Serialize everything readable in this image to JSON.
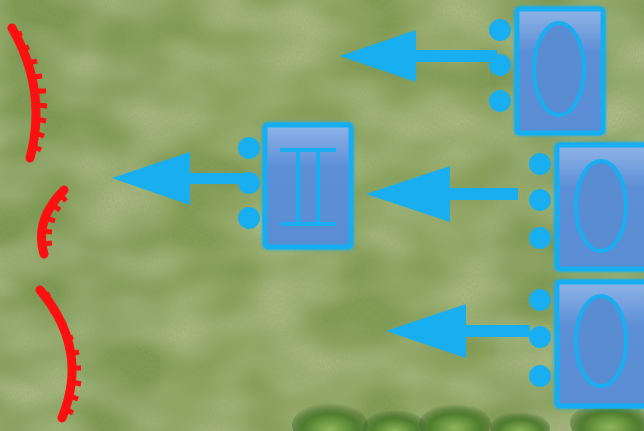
{
  "scene": {
    "terrain": "grass-field",
    "colors": {
      "grass_base": "#7f9a52",
      "grass_dark": "#5f7d3a",
      "grass_light": "#a7b873",
      "friendly_fill": "#5f93d6",
      "friendly_stroke": "#18aef0",
      "enemy": "#ff1010"
    }
  },
  "units": [
    {
      "id": "cavalry-unit-top",
      "symbol": "oval",
      "facing": "left",
      "icon": "cavalry-oval-icon"
    },
    {
      "id": "infantry-unit-center",
      "symbol": "pillar",
      "facing": "left",
      "icon": "infantry-pillar-icon"
    },
    {
      "id": "cavalry-unit-middle",
      "symbol": "oval",
      "facing": "left",
      "icon": "cavalry-oval-icon"
    },
    {
      "id": "cavalry-unit-bottom",
      "symbol": "oval",
      "facing": "left",
      "icon": "cavalry-oval-icon"
    }
  ],
  "movement_arrows": [
    {
      "id": "arrow-top",
      "direction": "left"
    },
    {
      "id": "arrow-center-infantry",
      "direction": "left"
    },
    {
      "id": "arrow-middle",
      "direction": "left"
    },
    {
      "id": "arrow-bottom",
      "direction": "left"
    }
  ],
  "enemy_lines": [
    {
      "id": "enemy-line-top",
      "icon": "enemy-front-line-icon"
    },
    {
      "id": "enemy-line-middle",
      "icon": "enemy-front-line-icon"
    },
    {
      "id": "enemy-line-bottom",
      "icon": "enemy-front-line-icon"
    }
  ]
}
